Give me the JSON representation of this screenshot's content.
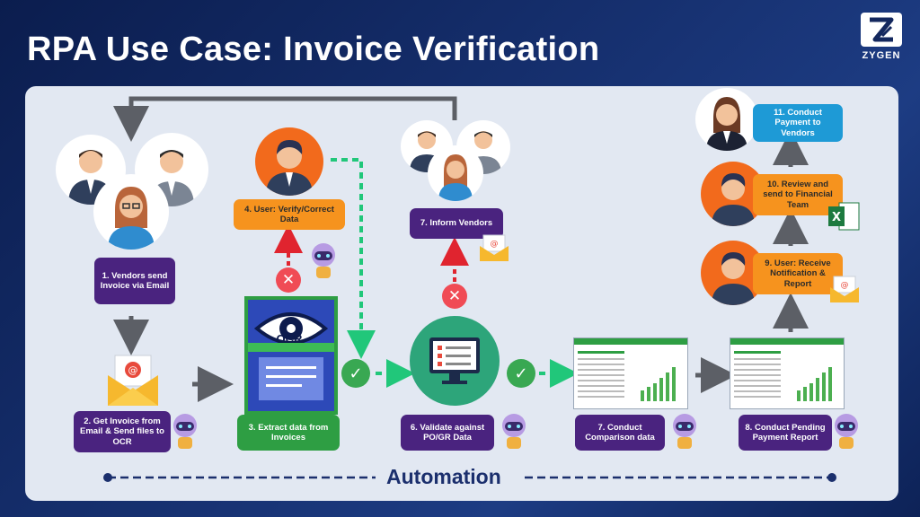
{
  "header": {
    "title": "RPA Use Case: Invoice Verification"
  },
  "brand": {
    "name": "ZYGEN"
  },
  "steps": {
    "s1": "1. Vendors send Invoice via Email",
    "s2": "2. Get Invoice from Email & Send files to OCR",
    "s3": "3. Extract data from Invoices",
    "s4": "4. User: Verify/Correct Data",
    "s6": "6. Validate against PO/GR Data",
    "s7a": "7. Inform Vendors",
    "s7b": "7. Conduct Comparison data",
    "s8": "8. Conduct Pending Payment Report",
    "s9": "9. User: Receive Notification & Report",
    "s10": "10. Review and send to Financial Team",
    "s11": "11. Conduct Payment to Vendors"
  },
  "ocr_label": "OCR",
  "footer": {
    "automation": "Automation"
  },
  "colors": {
    "purple": "#4a237f",
    "orange": "#f6931e",
    "green": "#2e9e43",
    "blue": "#1e9ad6",
    "check": "#39a852",
    "reject": "#f04b55"
  }
}
